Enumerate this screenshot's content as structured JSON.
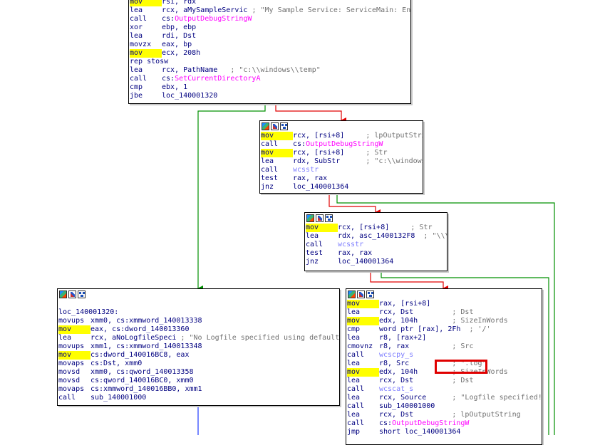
{
  "colors": {
    "true_edge": "#009000",
    "false_edge": "#e00000",
    "unconditional_edge": "#1f39ff",
    "highlight": "#ffff00",
    "annotation": "#e00000"
  },
  "toolbar_icons": [
    "color-palette-icon",
    "graph-overview-icon",
    "xref-icon"
  ],
  "blocks": [
    {
      "lines": [
        {
          "m": "mov",
          "hl": true,
          "o": "rsi, rdx"
        },
        {
          "m": "lea",
          "o": "rcx, aMySampleServic",
          "c": "; \"My Sample Service: ServiceMain: Entry\""
        },
        {
          "m": "call",
          "pre": "cs:",
          "f": "OutputDebugStringW"
        },
        {
          "m": "xor",
          "o": "ebp, ebp"
        },
        {
          "m": "lea",
          "o": "rdi, Dst"
        },
        {
          "m": "movzx",
          "o": "eax, bp"
        },
        {
          "m": "mov",
          "hl": true,
          "o": "ecx, 208h"
        },
        {
          "m": "rep stosw"
        },
        {
          "m": "lea",
          "o": "rcx, PathName",
          "c": "  ; \"c:\\\\windows\\\\temp\""
        },
        {
          "m": "call",
          "pre": "cs:",
          "f": "SetCurrentDirectoryA"
        },
        {
          "m": "cmp",
          "o": "ebx, 1"
        },
        {
          "m": "jbe",
          "o": "loc_140001320"
        }
      ]
    },
    {
      "lines": [
        {
          "m": "mov",
          "hl": true,
          "o": "rcx, [rsi+8]",
          "c": "    ; lpOutputString"
        },
        {
          "m": "call",
          "pre": "cs:",
          "f": "OutputDebugStringW"
        },
        {
          "m": "mov",
          "hl": true,
          "o": "rcx, [rsi+8]",
          "c": "    ; Str"
        },
        {
          "m": "lea",
          "o": "rdx, SubStr",
          "c": "     ; \"c:\\\\windows\""
        },
        {
          "m": "call",
          "f2": "wcsstr"
        },
        {
          "m": "test",
          "o": "rax, rax"
        },
        {
          "m": "jnz",
          "o": "loc_140001364"
        }
      ]
    },
    {
      "lines": [
        {
          "m": "mov",
          "hl": true,
          "o": "rcx, [rsi+8]",
          "c": "    ; Str"
        },
        {
          "m": "lea",
          "o": "rdx, asc_1400132F8",
          "c": " ; \"\\\\\\\\\""
        },
        {
          "m": "call",
          "f2": "wcsstr"
        },
        {
          "m": "test",
          "o": "rax, rax"
        },
        {
          "m": "jnz",
          "o": "loc_140001364"
        }
      ]
    },
    {
      "lines": [
        {
          "blank": true
        },
        {
          "label": "loc_140001320:"
        },
        {
          "m": "movups",
          "o": "xmm0, cs:xmmword_140013338"
        },
        {
          "m": "mov",
          "hl": true,
          "o": "eax, cs:dword_140013360"
        },
        {
          "m": "lea",
          "o": "rcx, aNoLogfileSpeci",
          "c": "; \"No Logfile specified using default!\\n\""
        },
        {
          "m": "movups",
          "o": "xmm1, cs:xmmword_140013348"
        },
        {
          "m": "mov",
          "hl": true,
          "o": "cs:dword_140016BC8, eax"
        },
        {
          "m": "movaps",
          "o": "cs:Dst, xmm0"
        },
        {
          "m": "movsd",
          "o": "xmm0, cs:qword_140013358"
        },
        {
          "m": "movsd",
          "o": "cs:qword_140016BC0, xmm0"
        },
        {
          "m": "movaps",
          "o": "cs:xmmword_140016BB0, xmm1"
        },
        {
          "m": "call",
          "o": "sub_140001000"
        }
      ]
    },
    {
      "lines": [
        {
          "m": "mov",
          "hl": true,
          "o": "rax, [rsi+8]"
        },
        {
          "m": "lea",
          "o": "rcx, Dst",
          "c": "        ; Dst"
        },
        {
          "m": "mov",
          "hl": true,
          "o": "edx, 104h",
          "c": "       ; SizeInWords"
        },
        {
          "m": "cmp",
          "o": "word ptr [rax], 2Fh",
          "c": " ; '/'"
        },
        {
          "m": "lea",
          "o": "r8, [rax+2]"
        },
        {
          "m": "cmovnz",
          "o": "r8, rax",
          "c": "         ; Src"
        },
        {
          "m": "call",
          "f2": "wcscpy_s"
        },
        {
          "m": "lea",
          "o": "r8, Src",
          "c": "         ; \".log\""
        },
        {
          "m": "mov",
          "hl": true,
          "o": "edx, 104h",
          "c": "       ; SizeInWords"
        },
        {
          "m": "lea",
          "o": "rcx, Dst",
          "c": "        ; Dst"
        },
        {
          "m": "call",
          "f2": "wcscat_s"
        },
        {
          "m": "lea",
          "o": "rcx, Source",
          "c": "     ; \"Logfile specified!\\n\""
        },
        {
          "m": "call",
          "o": "sub_140001000"
        },
        {
          "m": "lea",
          "o": "rcx, Dst",
          "c": "        ; lpOutputString"
        },
        {
          "m": "call",
          "pre": "cs:",
          "f": "OutputDebugStringW"
        },
        {
          "m": "jmp",
          "o": "short loc_140001364"
        }
      ]
    }
  ]
}
